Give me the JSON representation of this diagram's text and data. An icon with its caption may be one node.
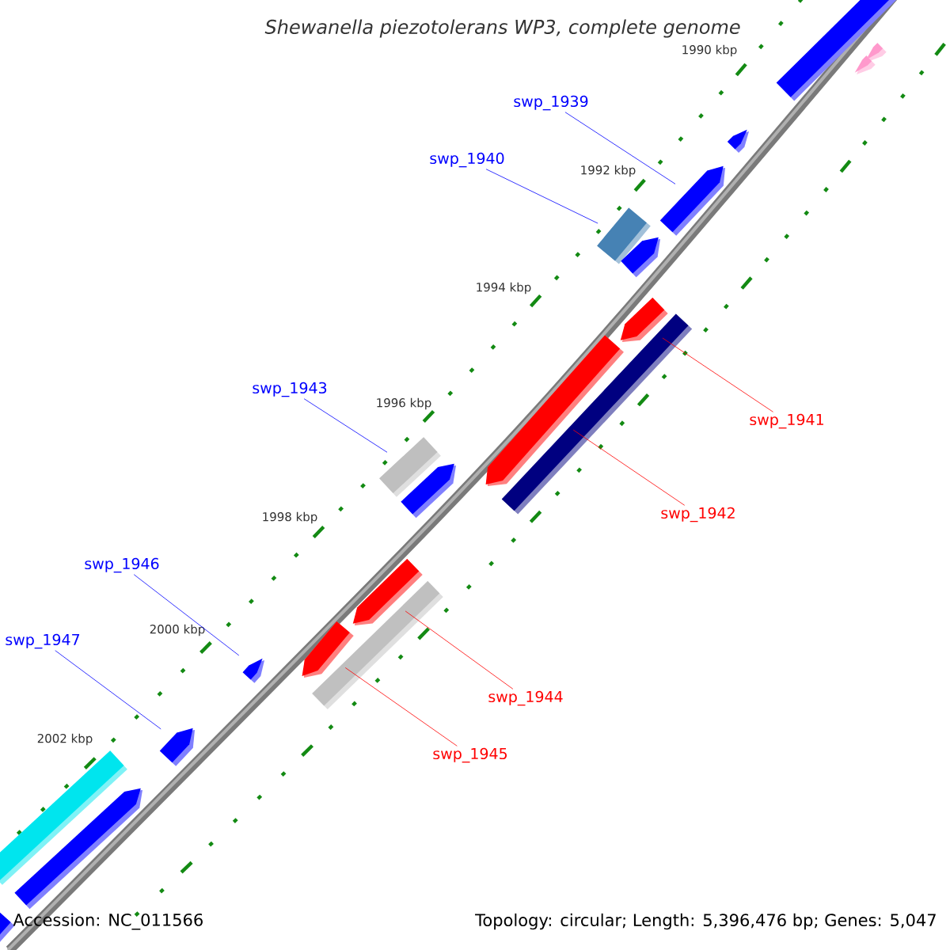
{
  "diagram": {
    "title": "Shewanella piezotolerans WP3, complete genome",
    "nodes": [
      {
        "text": [
          "swp_1939"
        ]
      },
      {
        "text": [
          "swp_1940"
        ]
      },
      {
        "text": [
          "swp_1941"
        ]
      },
      {
        "text": [
          "swp_1943"
        ]
      },
      {
        "text": [
          "swp_1942"
        ]
      },
      {
        "text": [
          "swp_1946"
        ]
      },
      {
        "text": [
          "swp_1947"
        ]
      },
      {
        "text": [
          "swp_1944"
        ]
      },
      {
        "text": [
          "swp_1945"
        ]
      },
      {
        "text": [],
        "shape": "bar"
      },
      {
        "text": [],
        "shape": "pentagon"
      },
      {
        "text": [],
        "shape": "pentagon"
      },
      {
        "text": [],
        "shape": "pentagon"
      },
      {
        "text": [],
        "shape": "pentagon"
      },
      {
        "text": [],
        "shape": "bar"
      },
      {
        "text": [],
        "shape": "pentagon"
      },
      {
        "text": [],
        "shape": "pentagon"
      },
      {
        "text": [],
        "shape": "bar"
      },
      {
        "text": [],
        "shape": "pentagon"
      },
      {
        "text": [],
        "shape": "bar"
      },
      {
        "text": [],
        "shape": "pentagon"
      },
      {
        "text": [],
        "shape": "pentagon"
      },
      {
        "text": [],
        "shape": "bar"
      },
      {
        "text": [],
        "shape": "pentagon"
      },
      {
        "text": [],
        "shape": "pentagon"
      },
      {
        "text": [],
        "shape": "pentagon"
      },
      {
        "text": [],
        "shape": "bar"
      },
      {
        "text": [],
        "shape": "pentagon"
      },
      {
        "text": [],
        "shape": "bar"
      }
    ],
    "edges": [
      {
        "from": 0,
        "to": 13,
        "arrow": "none"
      },
      {
        "from": 1,
        "to": 14,
        "arrow": "none"
      },
      {
        "from": 2,
        "to": 16,
        "arrow": "none",
        "color": "#ff0000"
      },
      {
        "from": 3,
        "to": 19,
        "arrow": "none"
      },
      {
        "from": 4,
        "to": 18,
        "arrow": "none",
        "color": "#ff0000"
      },
      {
        "from": 5,
        "to": 24,
        "arrow": "none"
      },
      {
        "from": 6,
        "to": 25,
        "arrow": "none"
      },
      {
        "from": 7,
        "to": 21,
        "arrow": "none",
        "color": "#ff0000"
      },
      {
        "from": 8,
        "to": 23,
        "arrow": "none",
        "color": "#ff0000"
      }
    ],
    "labels": [
      "1990 kbp",
      "1992 kbp",
      "1994 kbp",
      "1996 kbp",
      "1998 kbp",
      "2000 kbp",
      "2002 kbp",
      "Accession: NC_011566",
      "Topology: circular; Length: 5,396,476 bp; Genes: 5,047"
    ]
  }
}
